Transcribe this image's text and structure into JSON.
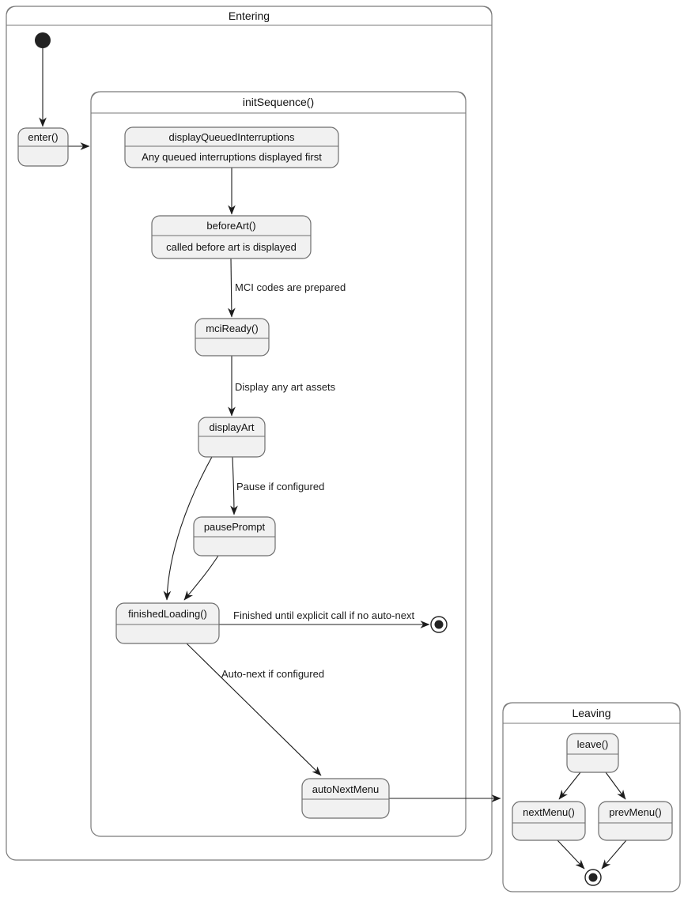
{
  "diagram_type": "uml-state-diagram",
  "colors": {
    "background": "#ffffff",
    "node_fill": "#f1f1f1",
    "node_border": "#6e6e6e",
    "container_border": "#7a7a7a",
    "header_fill": "#f0f0f0",
    "edge": "#1c1c1c",
    "text": "#111111"
  },
  "containers": {
    "entering": {
      "title": "Entering"
    },
    "init_sequence": {
      "title": "initSequence()"
    },
    "leaving": {
      "title": "Leaving"
    }
  },
  "states": {
    "enter": {
      "label": "enter()"
    },
    "display_queued_interruptions": {
      "label": "displayQueuedInterruptions",
      "description": "Any queued interruptions displayed first"
    },
    "before_art": {
      "label": "beforeArt()",
      "description": "called before art is displayed"
    },
    "mci_ready": {
      "label": "mciReady()"
    },
    "display_art": {
      "label": "displayArt"
    },
    "pause_prompt": {
      "label": "pausePrompt"
    },
    "finished_loading": {
      "label": "finishedLoading()"
    },
    "auto_next_menu": {
      "label": "autoNextMenu"
    },
    "leave": {
      "label": "leave()"
    },
    "next_menu": {
      "label": "nextMenu()"
    },
    "prev_menu": {
      "label": "prevMenu()"
    }
  },
  "edges": {
    "before_art_to_mci_ready": {
      "label": "MCI codes are prepared"
    },
    "mci_ready_to_display_art": {
      "label": "Display any art assets"
    },
    "display_art_to_pause_prompt": {
      "label": "Pause if configured"
    },
    "finished_loading_to_final": {
      "label": "Finished until explicit call if no auto-next"
    },
    "finished_loading_to_auto_next": {
      "label": "Auto-next if configured"
    }
  }
}
